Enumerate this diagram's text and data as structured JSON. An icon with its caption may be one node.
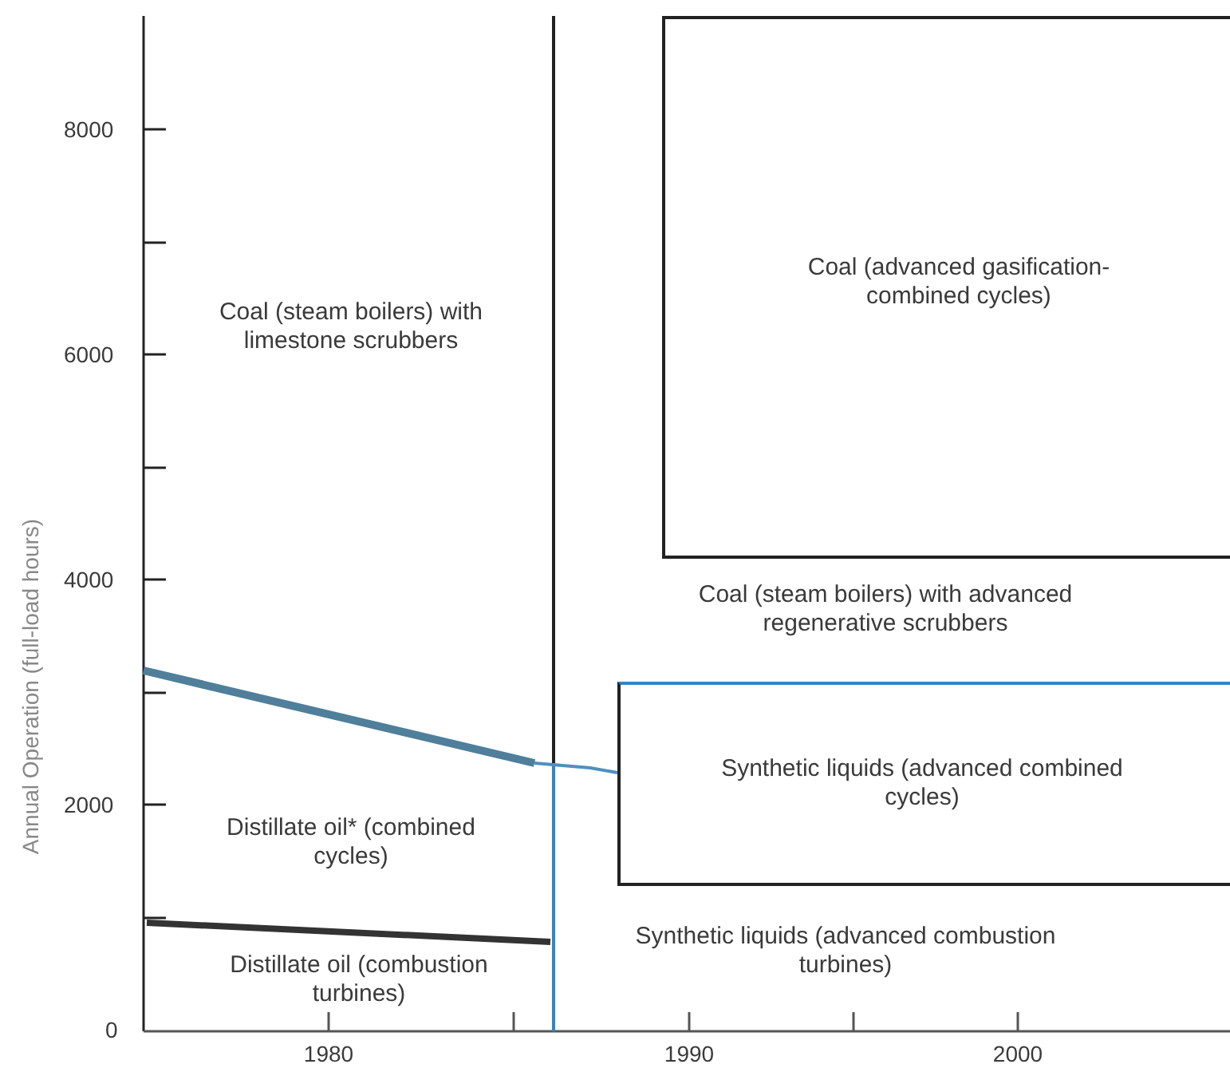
{
  "diagram": {
    "nodes": [
      {
        "text": [
          "Coal (advanced gasification-combined cycles)"
        ]
      },
      {
        "text": [
          "Synthetic liquids (advanced combined cycles)"
        ]
      }
    ],
    "labels": [
      "8000",
      "6000",
      "4000",
      "2000",
      "0",
      "Annual Operation (full-load hours)",
      "Coal (steam boilers) with limestone scrubbers",
      "Coal (steam boilers) with advanced regenerative scrubbers",
      "Distillate oil* (combined cycles)",
      "Distillate oil (combustion turbines)",
      "Synthetic liquids (advanced combustion turbines)",
      "1980",
      "1990",
      "2000"
    ]
  }
}
